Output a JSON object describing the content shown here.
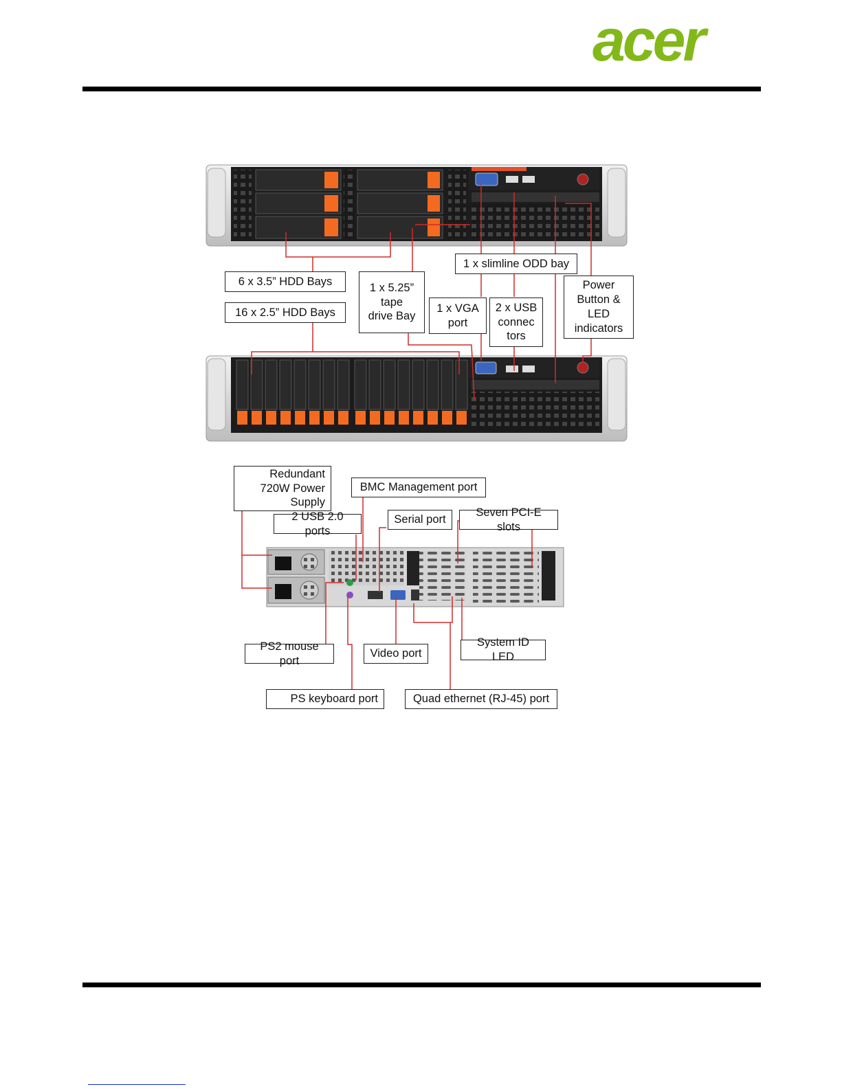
{
  "header": {
    "logo_text": "acer",
    "brand_color": "#83b81a"
  },
  "figure": {
    "front_callouts": {
      "hdd_35": "6 x 3.5” HDD Bays",
      "hdd_25": "16 x 2.5” HDD Bays",
      "tape_bay": "1 x 5.25”\ntape\ndrive Bay",
      "vga": "1 x VGA\nport",
      "usb": "2 x USB\nconnec\ntors",
      "odd": "1 x slimline ODD bay",
      "power": "Power\nButton &\nLED\nindicators"
    },
    "rear_callouts": {
      "psu": "Redundant\n720W Power\nSupply",
      "bmc": "BMC Management port",
      "usb20": "2 USB 2.0 ports",
      "serial": "Serial port",
      "pcie": "Seven PCI-E slots",
      "ps2_mouse": "PS2 mouse port",
      "video": "Video port",
      "system_id": "System ID LED",
      "ps_keyboard": "PS keyboard port",
      "ethernet": "Quad ethernet (RJ-45) port"
    },
    "colors": {
      "callout_line": "#d12a2a",
      "drive_accent": "#f36b21",
      "chassis": "#d9d9d9",
      "bezel": "#1c1c1c"
    }
  }
}
